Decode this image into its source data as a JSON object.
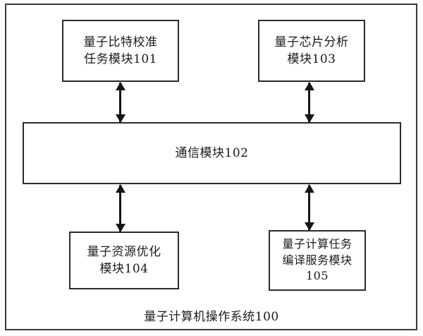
{
  "diagram": {
    "caption": "量子计算机操作系统100",
    "boxes": {
      "qubit_calibration": "量子比特校准\n任务模块101",
      "chip_analysis": "量子芯片分析\n模块103",
      "communication": "通信模块102",
      "resource_optimization": "量子资源优化\n模块104",
      "compile_service": "量子计算任务\n编译服务模块\n105"
    },
    "connectors": {
      "calibration_to_communication": "双向箭头",
      "chip_analysis_to_communication": "双向箭头",
      "communication_to_resource": "双向箭头",
      "communication_to_compile": "双向箭头"
    },
    "colors": {
      "line": "#2b2b2d",
      "frame": "#3a3a3c",
      "text": "#1b1b1d",
      "background": "#ffffff"
    }
  }
}
